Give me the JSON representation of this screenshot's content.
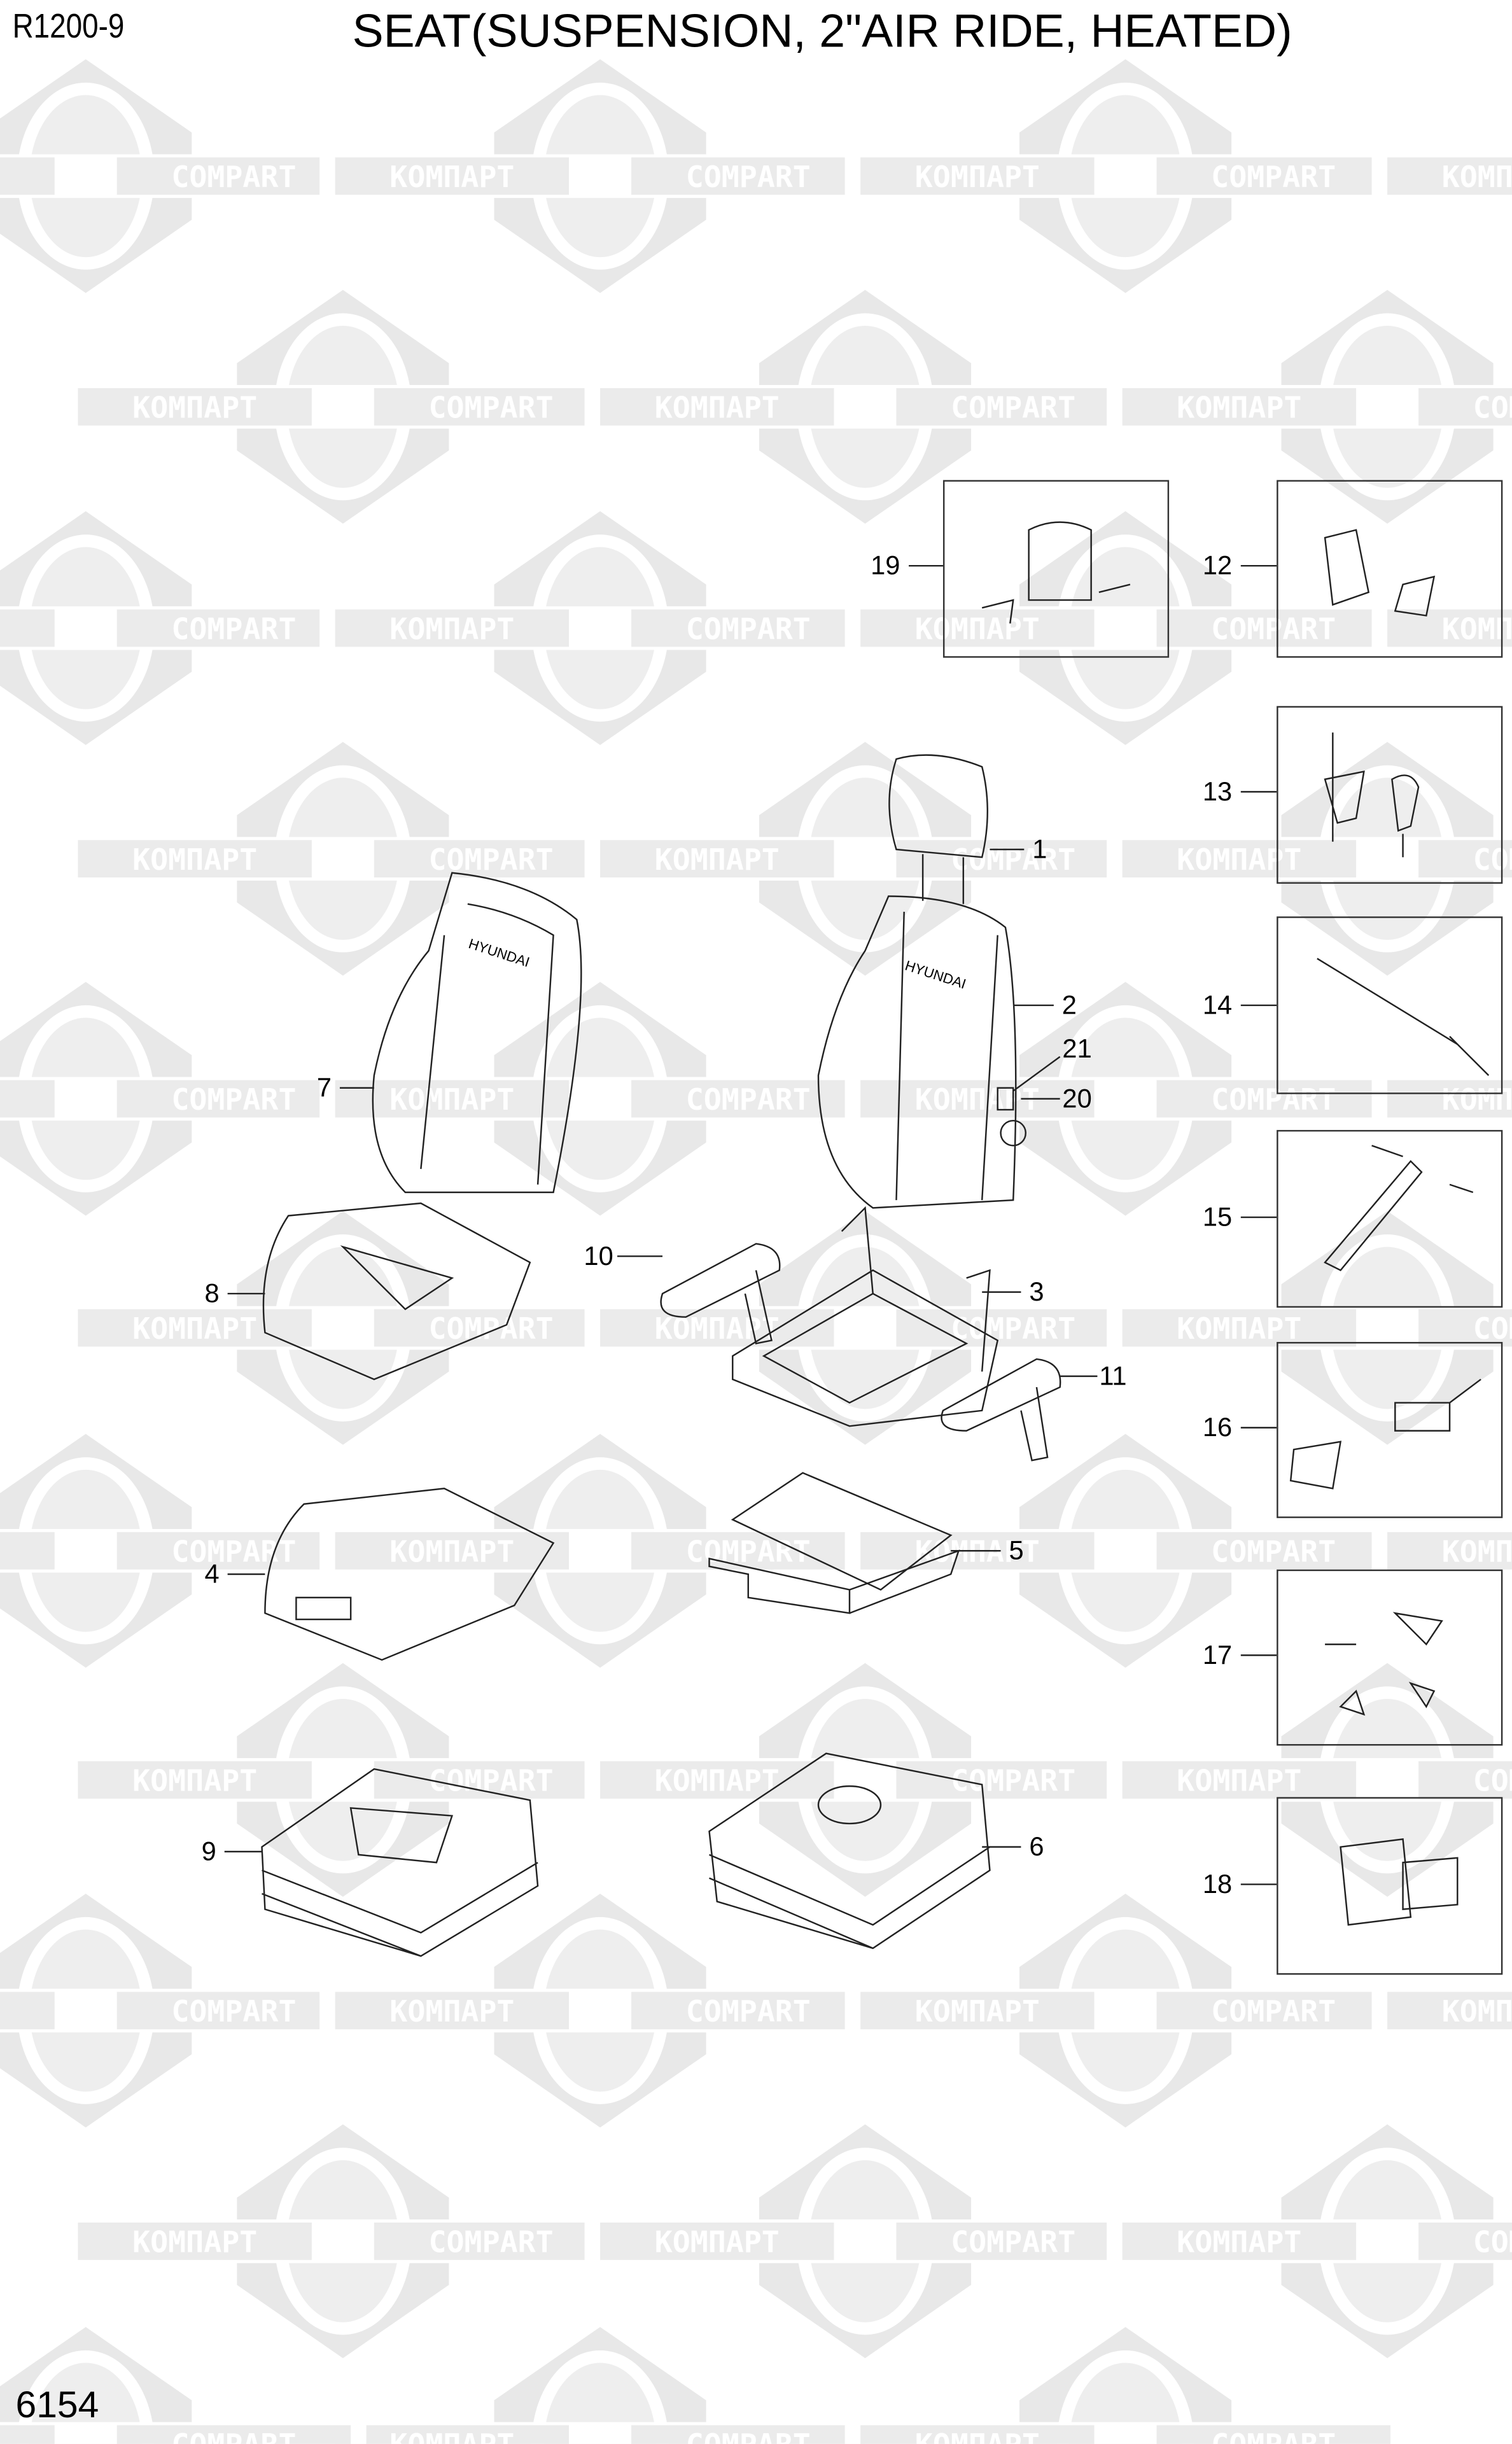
{
  "header": {
    "model_code": "R1200-9",
    "title": "SEAT(SUSPENSION, 2\"AIR RIDE, HEATED)"
  },
  "footer": {
    "page_number": "6154"
  },
  "watermark": {
    "text_ru": "КОМПАРТ",
    "text_en": "COMPART",
    "color": "#e8e8e8"
  },
  "seat_logo": "HYUNDAI",
  "callouts": {
    "c1": "1",
    "c2": "2",
    "c3": "3",
    "c4": "4",
    "c5": "5",
    "c6": "6",
    "c7": "7",
    "c8": "8",
    "c9": "9",
    "c10": "10",
    "c11": "11",
    "c12": "12",
    "c13": "13",
    "c14": "14",
    "c15": "15",
    "c16": "16",
    "c17": "17",
    "c18": "18",
    "c19": "19",
    "c20": "20",
    "c21": "21"
  }
}
